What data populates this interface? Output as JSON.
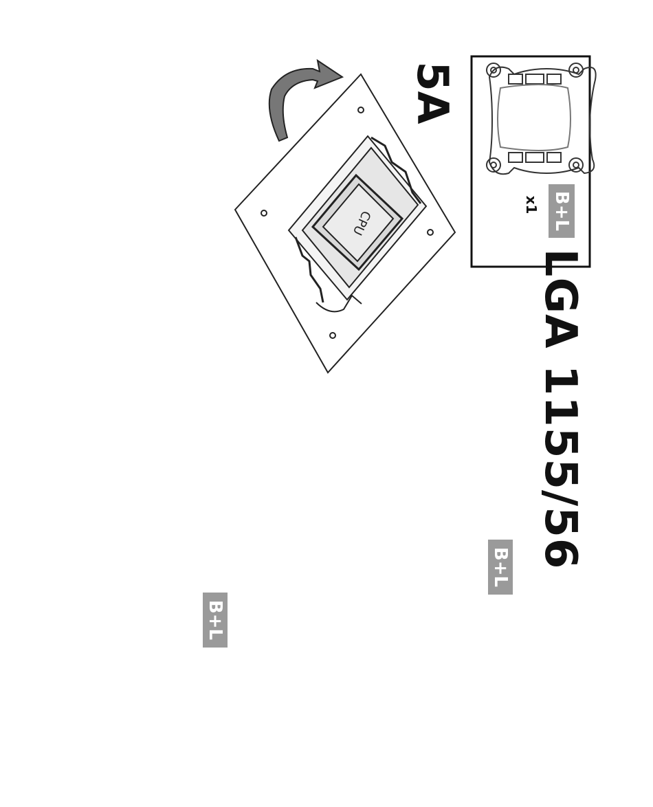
{
  "step_label": "5A",
  "socket_title": "LGA 1155/56",
  "inset_box": {
    "quantity": "x1",
    "badge": "B+L"
  },
  "hand_panel": {
    "badge": "B+L"
  },
  "bracket_panel": {
    "badge": "B+L"
  },
  "chip_label": "CPU",
  "colors": {
    "line": "#222222",
    "arrow_fill": "#c8c8c8",
    "badge_bg": "#9a9a9a",
    "badge_text": "#ffffff"
  }
}
